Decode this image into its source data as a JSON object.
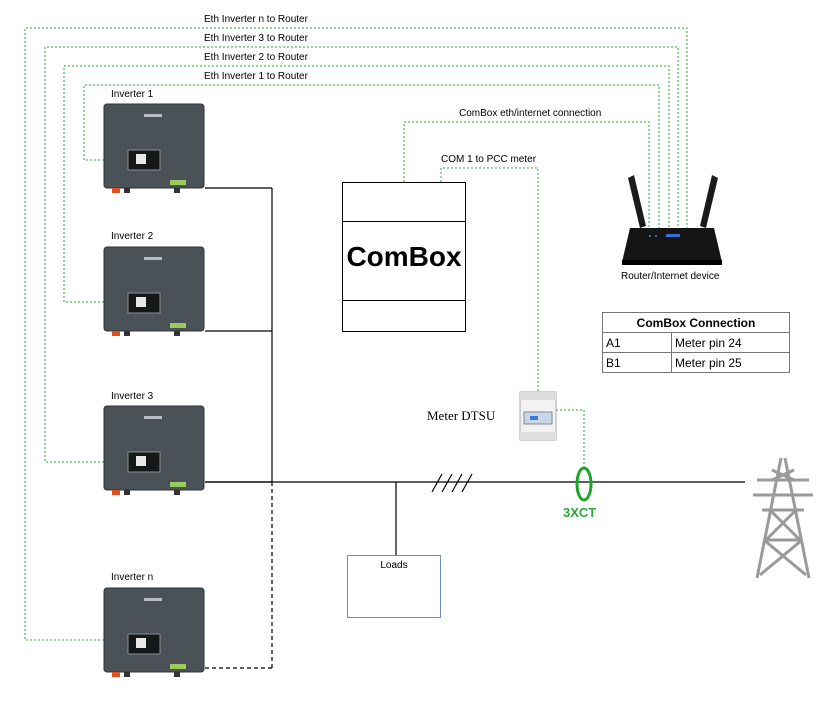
{
  "connections": {
    "eth_n": "Eth Inverter n to Router",
    "eth_3": "Eth Inverter 3 to Router",
    "eth_2": "Eth Inverter 2 to Router",
    "eth_1": "Eth Inverter 1 to Router",
    "combox_eth": "ComBox eth/internet connection",
    "com1": "COM 1 to PCC meter"
  },
  "inverters": [
    {
      "label": "Inverter 1"
    },
    {
      "label": "Inverter 2"
    },
    {
      "label": "Inverter 3"
    },
    {
      "label": "Inverter n"
    }
  ],
  "combox": {
    "title": "ComBox"
  },
  "router": {
    "label": "Router/Internet device"
  },
  "table": {
    "title": "ComBox Connection",
    "rows": [
      {
        "pin": "A1",
        "meter": "Meter pin 24"
      },
      {
        "pin": "B1",
        "meter": "Meter pin 25"
      }
    ]
  },
  "meter": {
    "label": "Meter DTSU"
  },
  "ct": {
    "label": "3XCT"
  },
  "loads": {
    "label": "Loads"
  },
  "colors": {
    "eth_line": "#2aa836",
    "ct": "#2aa836",
    "inverter_body": "#4a5157",
    "tower": "#9a9a9a"
  },
  "icons": [
    "inverter-icon",
    "router-icon",
    "meter-icon",
    "ct-icon",
    "light-bulb-icon",
    "computer-icon",
    "power-tower-icon"
  ]
}
